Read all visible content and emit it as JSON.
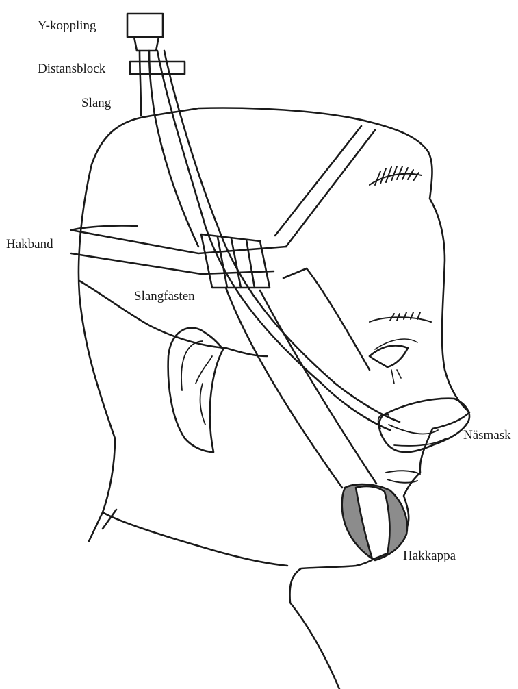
{
  "labels": {
    "y_coupling": "Y-koppling",
    "spacer_block": "Distansblock",
    "tube": "Slang",
    "chin_strap": "Hakband",
    "tube_holder": "Slangfästen",
    "nasal_mask": "Näsmask",
    "chin_cup": "Hakkappa"
  },
  "colors": {
    "line": "#1a1a1a",
    "chin_cup_fill": "#8c8c8c",
    "background": "#ffffff"
  }
}
